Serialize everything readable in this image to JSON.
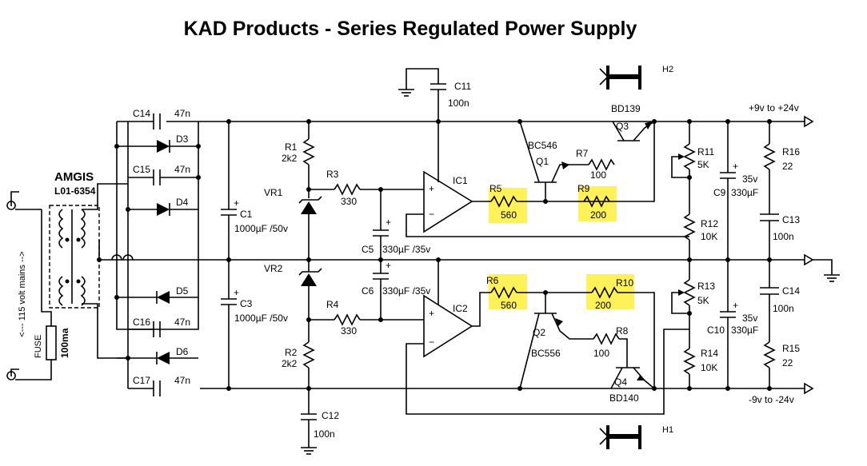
{
  "title": "KAD Products - Series Regulated Power Supply",
  "transformer": {
    "name": "AMGIS",
    "part": "L01-6354"
  },
  "mains_label": "<--- 115 volt mains -->",
  "fuse": {
    "label": "FUSE",
    "value": "100ma"
  },
  "outputs": {
    "positive": "+9v to +24v",
    "negative": "-9v to -24v"
  },
  "heatsinks": {
    "top": "H2",
    "bottom": "H1"
  },
  "components": {
    "C14a": {
      "ref": "C14",
      "value": "47n"
    },
    "C15": {
      "ref": "C15",
      "value": "47n"
    },
    "C16": {
      "ref": "C16",
      "value": "47n"
    },
    "C17": {
      "ref": "C17",
      "value": "47n"
    },
    "D3": "D3",
    "D4": "D4",
    "D5": "D5",
    "D6": "D6",
    "C1": {
      "ref": "C1",
      "value": "1000µF /50v"
    },
    "C3": {
      "ref": "C3",
      "value": "1000µF /50v"
    },
    "R1": {
      "ref": "R1",
      "value": "2k2"
    },
    "R2": {
      "ref": "R2",
      "value": "2k2"
    },
    "VR1": "VR1",
    "VR2": "VR2",
    "R3": {
      "ref": "R3",
      "value": "330"
    },
    "R4": {
      "ref": "R4",
      "value": "330"
    },
    "C5": {
      "ref": "C5",
      "value": "330µF /35v"
    },
    "C6": {
      "ref": "C6",
      "value": "330µF /35v"
    },
    "C11": {
      "ref": "C11",
      "value": "100n"
    },
    "C12": {
      "ref": "C12",
      "value": "100n"
    },
    "IC1": "IC1",
    "IC2": "IC2",
    "R5": {
      "ref": "R5",
      "value": "560"
    },
    "R6": {
      "ref": "R6",
      "value": "560"
    },
    "R9": {
      "ref": "R9",
      "value": "200"
    },
    "R10": {
      "ref": "R10",
      "value": "200"
    },
    "Q1": {
      "ref": "Q1",
      "type": "BC546"
    },
    "Q2": {
      "ref": "Q2",
      "type": "BC556"
    },
    "Q3": {
      "ref": "Q3",
      "type": "BD139"
    },
    "Q4": {
      "ref": "Q4",
      "type": "BD140"
    },
    "R7": {
      "ref": "R7",
      "value": "100"
    },
    "R8": {
      "ref": "R8",
      "value": "100"
    },
    "R11": {
      "ref": "R11",
      "value": "5K"
    },
    "R13": {
      "ref": "R13",
      "value": "5K"
    },
    "R12": {
      "ref": "R12",
      "value": "10K"
    },
    "R14": {
      "ref": "R14",
      "value": "10K"
    },
    "C9": {
      "ref": "C9",
      "value": "330µF",
      "volt": "35v"
    },
    "C10": {
      "ref": "C10",
      "value": "330µF",
      "volt": "35v"
    },
    "R16": {
      "ref": "R16",
      "value": "22"
    },
    "R15": {
      "ref": "R15",
      "value": "22"
    },
    "C13": {
      "ref": "C13",
      "value": "100n"
    },
    "C14b": {
      "ref": "C14",
      "value": "100n"
    }
  },
  "colors": {
    "highlight": "#ffef3a",
    "ink": "#000000"
  }
}
